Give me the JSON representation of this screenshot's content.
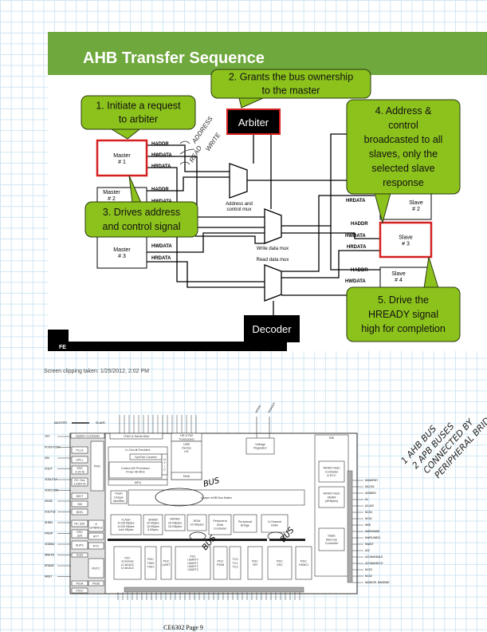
{
  "slide": {
    "title": "AHB Transfer Sequence",
    "header_color": "#6fa83c",
    "callout_color": "#8cc21c",
    "callouts": [
      {
        "lines": [
          "1. Initiate a request",
          "to arbiter"
        ]
      },
      {
        "lines": [
          "2. Grants the bus ownership",
          "to the master"
        ]
      },
      {
        "lines": [
          "3. Drives address",
          "and control signal"
        ]
      },
      {
        "lines": [
          "4. Address &",
          "control",
          "broadcasted to all",
          "slaves, only the",
          "selected slave",
          "response"
        ]
      },
      {
        "lines": [
          "5. Drive the",
          "HREADY signal",
          "high for completion"
        ]
      }
    ],
    "arbiter": "Arbiter",
    "decoder": "Decoder",
    "masters": [
      [
        "Master",
        "# 1"
      ],
      [
        "Master",
        "# 2"
      ],
      [
        "Master",
        "# 3"
      ]
    ],
    "slaves": [
      [
        "Slave",
        "# 2"
      ],
      [
        "Slave",
        "# 3"
      ],
      [
        "Slave",
        "# 4"
      ]
    ],
    "signals": {
      "haddr": "HADDR",
      "hwdata": "HWDATA",
      "hrdata": "HRDATA"
    },
    "mux_labels": {
      "addr": [
        "Address and",
        "control mux"
      ],
      "write": "Write data mux",
      "read": "Read data mux"
    },
    "handwritten": {
      "address": "ADDRESS",
      "write": "WRITE",
      "read": "READ"
    },
    "footer_text": "FE"
  },
  "clipping_note": "Screen clipping taken: 1/25/2012, 2:02 PM",
  "block_diagram": {
    "legend": {
      "master": "MASTER",
      "slave": "SLAVE"
    },
    "blocks": {
      "sysctrl": [
        "System Controller"
      ],
      "pmc": [
        "PMC"
      ],
      "plla": [
        "PLLA"
      ],
      "upll": [
        "UPLL"
      ],
      "osc": [
        "OSC",
        "3-20 M"
      ],
      "rcosc": [
        "RC Osc",
        "12/8/4 M"
      ],
      "wdt": [
        "WDT"
      ],
      "sm": [
        "SM"
      ],
      "bod": [
        "BOD"
      ],
      "rc32k": [
        "RC 32K"
      ],
      "gpbreg": [
        "8",
        "GPBREG"
      ],
      "osc32k": [
        "OSC",
        "32K"
      ],
      "rtt": [
        "RTT"
      ],
      "supc": [
        "SUPC"
      ],
      "rtc": [
        "RTC"
      ],
      "por": [
        "POR"
      ],
      "rstc": [
        "RSTC"
      ],
      "pioa": [
        "PIOA"
      ],
      "piob": [
        "PIOB"
      ],
      "pioc": [
        "PIOC"
      ],
      "jtag": [
        "JTAG & Serial Wire"
      ],
      "ice": [
        "In-Circuit Emulator"
      ],
      "systick": [
        "SysTick Counter"
      ],
      "nvic": [
        "N",
        "V",
        "I",
        "C"
      ],
      "cortex": [
        "Cortex-M3 Processor",
        "Fmax 96 MHz"
      ],
      "mpu": [
        "MPU"
      ],
      "utmi": [
        "HS UTMI",
        "Transceiver"
      ],
      "usb": [
        "USB",
        "Device",
        "HS"
      ],
      "dma": [
        "DMA"
      ],
      "vreg": [
        "Voltage",
        "Regulator"
      ],
      "ebi": [
        "EBI"
      ],
      "nandctl": [
        "NAND Flash",
        "Controller",
        "& ECC"
      ],
      "nandsram": [
        "NAND Flash",
        "SRAM",
        "(4KBytes)"
      ],
      "smc": [
        "Static",
        "Memory",
        "Controller"
      ],
      "flashid": [
        "Flash",
        "Unique",
        "Identifier"
      ],
      "matrix": [
        "4-layer AHB Bus Matrix"
      ],
      "flash": [
        "FLASH",
        "2x128 KBytes",
        "1x128 KBytes",
        "1x64 KBytes"
      ],
      "sram0": [
        "SRAM0",
        "32 KBytes",
        "16 KBytes",
        "8 KBytes"
      ],
      "sram1": [
        "SRAM1",
        "16 KBytes",
        "16 KBytes"
      ],
      "rom": [
        "ROM",
        "16 KBytes"
      ],
      "pdma": [
        "Peripheral",
        "DMA",
        "Controller"
      ],
      "bridge": [
        "Peripheral",
        "Bridge"
      ],
      "dma4": [
        "4-Channel",
        "DMA"
      ],
      "apb": [
        "APB"
      ],
      "adc": [
        "PDC",
        "8-channel",
        "12-bit ADC",
        "10-bit ADC"
      ],
      "twi": [
        "PDC",
        "TWI0",
        "TWI1"
      ],
      "uart": [
        "PDC",
        "UART"
      ],
      "usart": [
        "PDC",
        "USART0",
        "USART1",
        "USART2",
        "USART3"
      ],
      "pwm": [
        "PDC",
        "PWM"
      ],
      "tc": [
        "TC0",
        "TC1",
        "TC2"
      ],
      "spi": [
        "PDC",
        "SPI"
      ],
      "ssc": [
        "PDC",
        "SSC"
      ],
      "hsmci": [
        "PDC",
        "HSMCI"
      ]
    },
    "left_pins": [
      "TST",
      "PCK0-PCK2",
      "XIN",
      "XOUT",
      "VDDUTMI",
      "VDDCORE",
      "XIN32",
      "XOUT32",
      "SHDN",
      "FWUP",
      "VDDBU",
      "NRSTB",
      "ERASE",
      "NRST"
    ],
    "right_pins": [
      "NANDRDY",
      "D0-D15",
      "A0/NBS0",
      "A1",
      "A2-A20",
      "NCS0",
      "NCS1",
      "NRD",
      "NWR0/NWE",
      "NWR1/NBS1",
      "NWAIT",
      "A22",
      "A21/NANDALE",
      "A21/NANDCLE",
      "NCS3",
      "NCS2",
      "NANDOE, NANDWE"
    ],
    "top_pins": [
      "VDDIN",
      "VDDOUT"
    ],
    "handwritten_bus": "BUS",
    "handwritten_notes": [
      "1 AHB BUS",
      "2 APB BUSES",
      "CONNECTED BY",
      "PERIPHERAL BRIDGE"
    ]
  },
  "page_footer": "CE6302 Page 9"
}
